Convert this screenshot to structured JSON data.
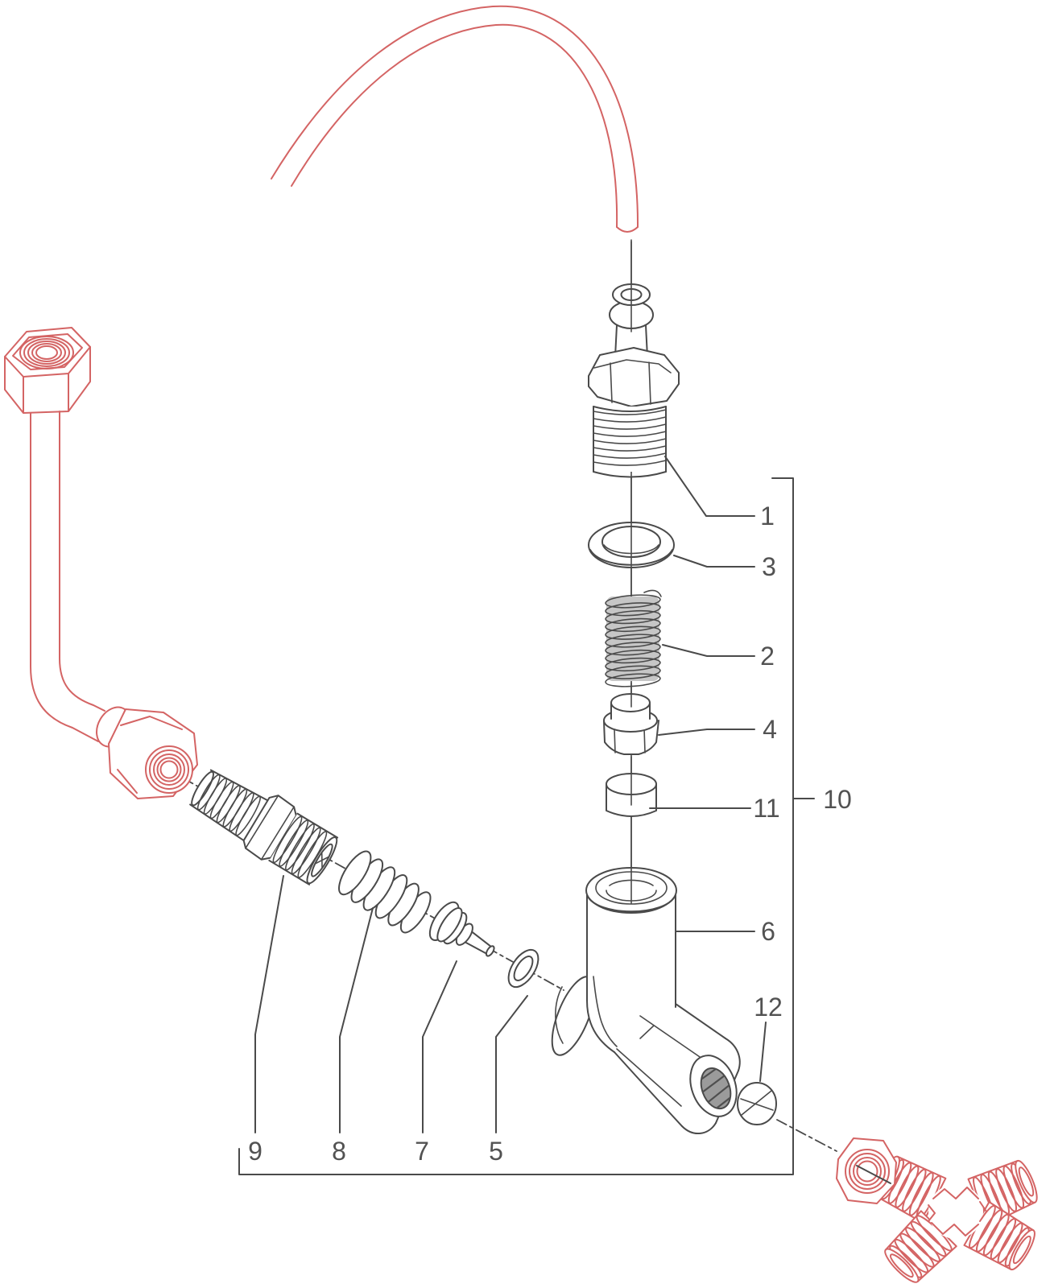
{
  "diagram": {
    "callouts": {
      "c1": "1",
      "c2": "2",
      "c3": "3",
      "c4": "4",
      "c5": "5",
      "c6": "6",
      "c7": "7",
      "c8": "8",
      "c9": "9",
      "c10": "10",
      "c11": "11",
      "c12": "12"
    }
  },
  "colors": {
    "line": "#4a4a4a",
    "label": "#525252",
    "red": "#d46464",
    "spring_fill": "#c6c6c6",
    "bore_fill": "#9b9b9b",
    "background": "#ffffff"
  }
}
